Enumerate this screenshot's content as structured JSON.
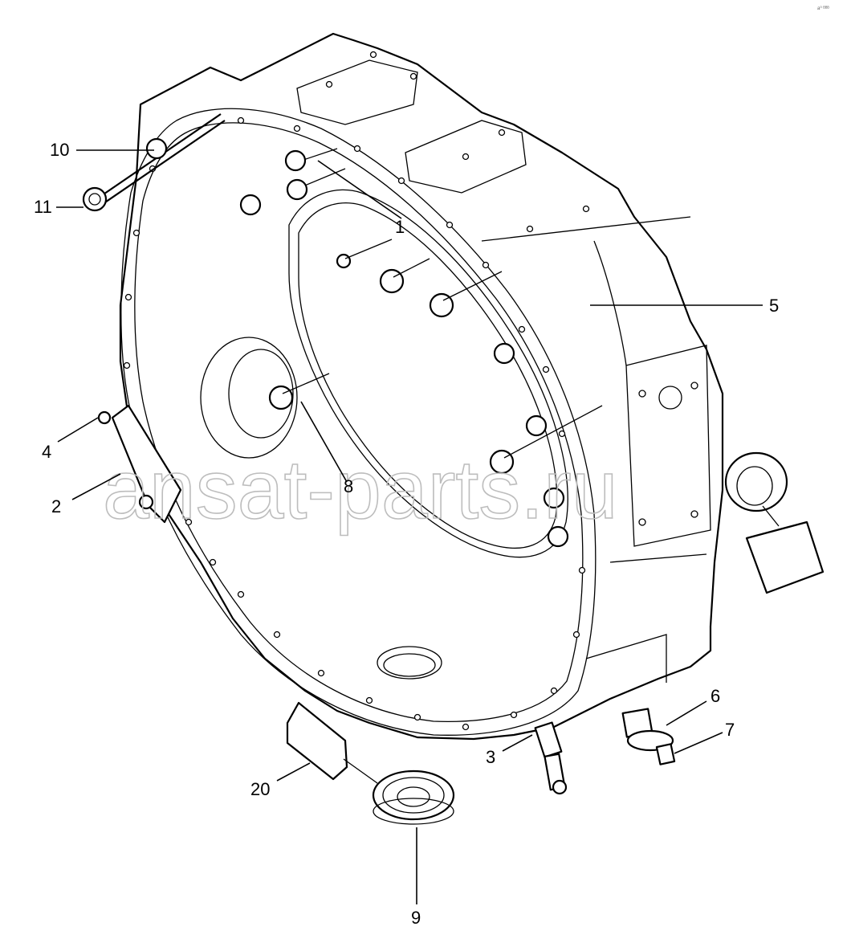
{
  "watermark": "ansat-parts.ru",
  "corner_mark": "a⁰ ᴮᴮᴮ",
  "callouts": [
    "1",
    "2",
    "3",
    "4",
    "5",
    "6",
    "7",
    "8",
    "9",
    "10",
    "11",
    "20"
  ]
}
